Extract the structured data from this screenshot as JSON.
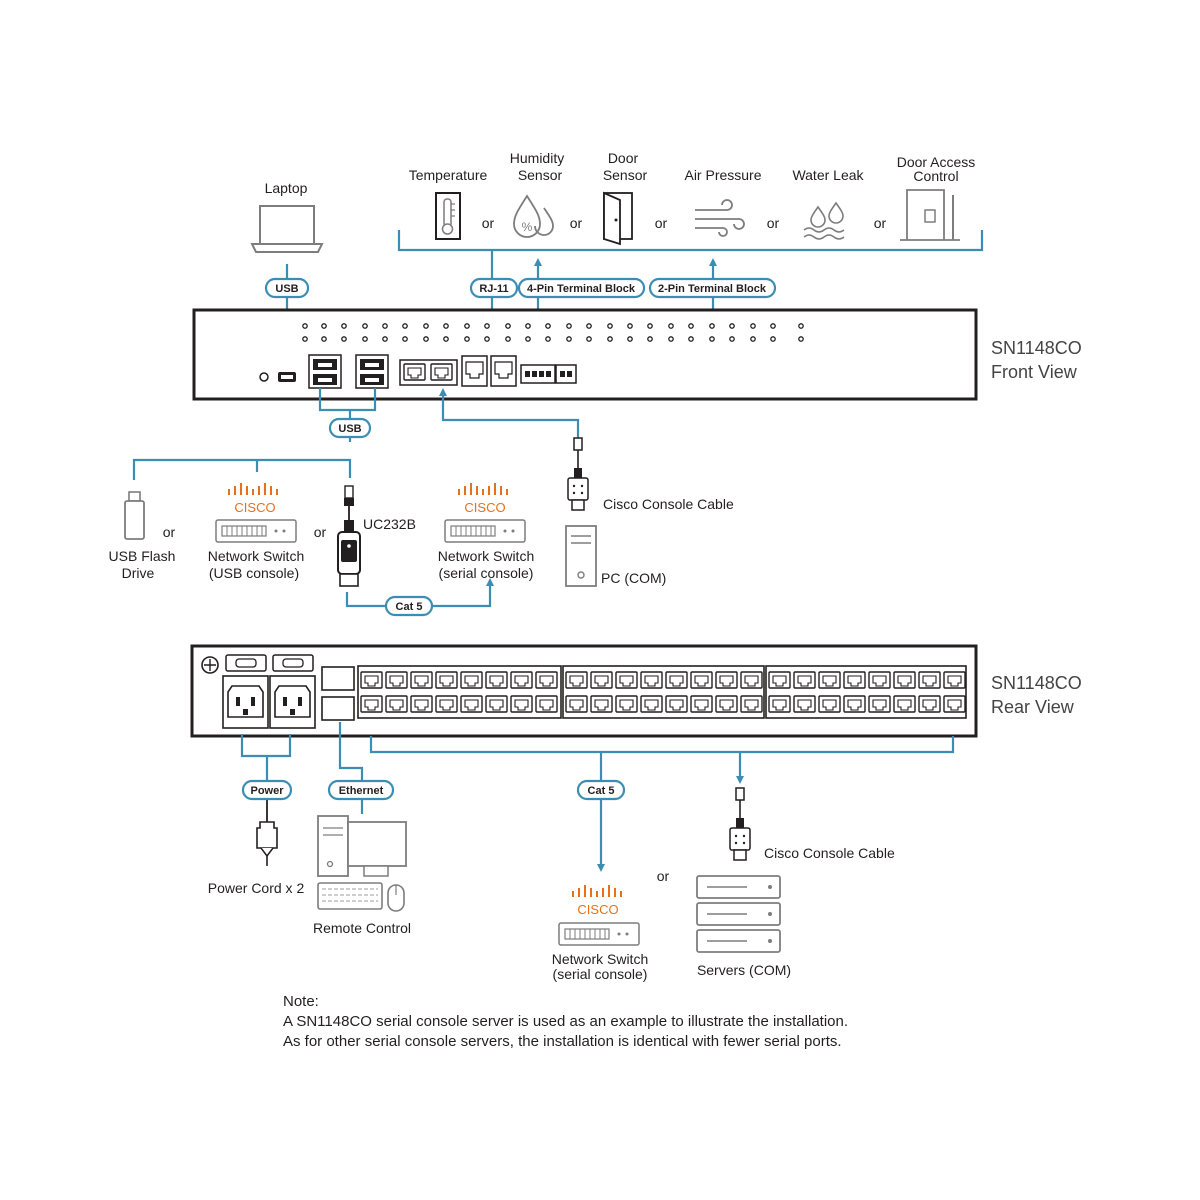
{
  "colors": {
    "cable": "#3b8db3",
    "device": "#231f20",
    "cisco": "#e8701c",
    "icon": "#7d7d7d",
    "title": "#444444"
  },
  "front": {
    "title_model": "SN1148CO",
    "title_view": "Front View"
  },
  "rear": {
    "title_model": "SN1148CO",
    "title_view": "Rear View"
  },
  "sensors": {
    "temperature": [
      "Temperature"
    ],
    "humidity": [
      "Humidity",
      "Sensor"
    ],
    "door": [
      "Door",
      "Sensor"
    ],
    "air": [
      "Air Pressure"
    ],
    "water": [
      "Water Leak"
    ],
    "access": [
      "Door Access",
      "Control"
    ],
    "or": "or"
  },
  "pills": {
    "usb_top": "USB",
    "rj11": "RJ-11",
    "pin4": "4-Pin Terminal Block",
    "pin2": "2-Pin Terminal Block",
    "usb_mid": "USB",
    "cat5_mid": "Cat 5",
    "power": "Power",
    "ethernet": "Ethernet",
    "cat5_rear": "Cat 5"
  },
  "devices": {
    "laptop": "Laptop",
    "usb_flash": [
      "USB Flash",
      "Drive"
    ],
    "cisco": "CISCO",
    "switch_usb": [
      "Network Switch",
      "(USB console)"
    ],
    "uc232b": "UC232B",
    "switch_serial": [
      "Network Switch",
      "(serial console)"
    ],
    "console_cable": "Cisco Console Cable",
    "pc_com": "PC (COM)",
    "power_cord": "Power Cord x 2",
    "remote_control": "Remote Control",
    "rear_switch": [
      "Network Switch",
      "(serial console)"
    ],
    "servers": "Servers (COM)",
    "rear_console_cable": "Cisco Console Cable",
    "or": "or"
  },
  "note": {
    "heading": "Note:",
    "line1": "A SN1148CO serial console server is used as an example to illustrate the installation.",
    "line2": "As for other serial console servers, the installation is identical with fewer serial ports."
  }
}
